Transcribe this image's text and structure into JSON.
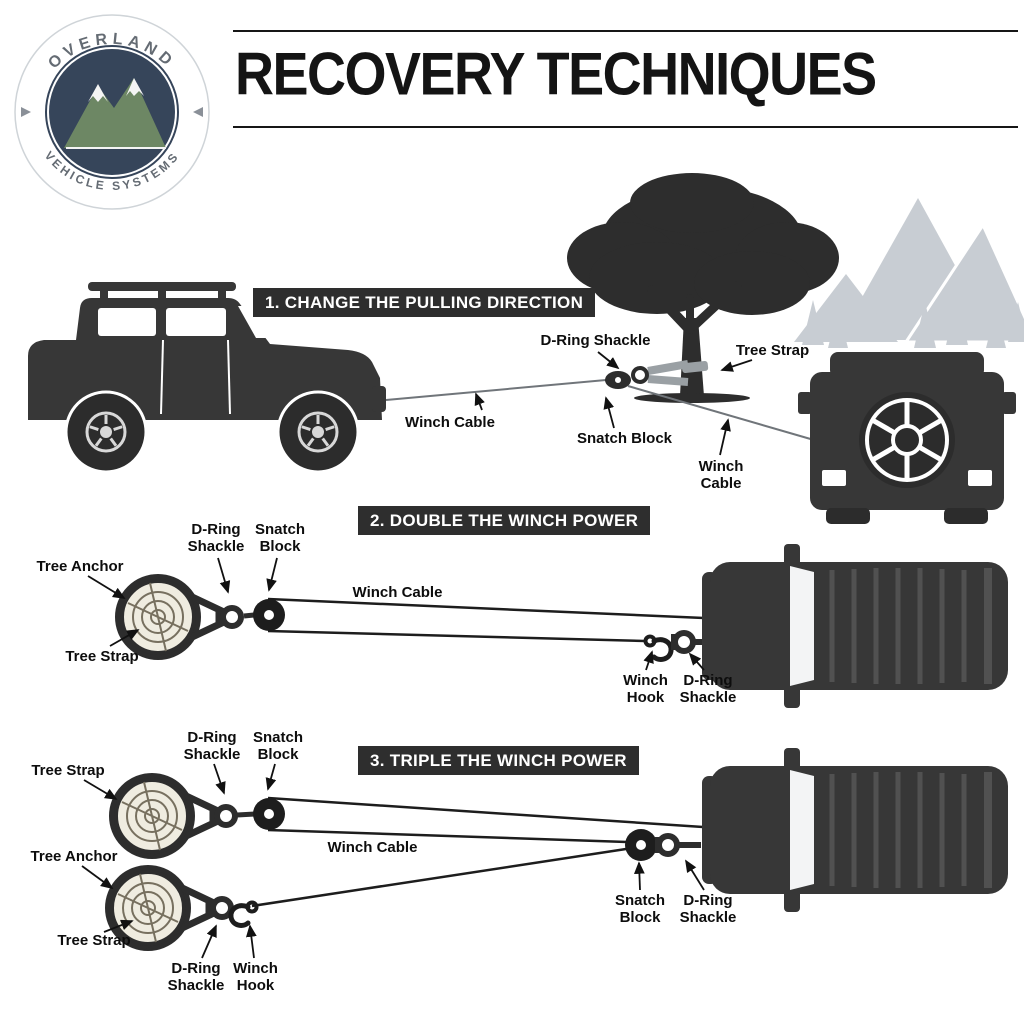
{
  "logo": {
    "arc_top": "OVERLAND",
    "arc_bottom": "VEHICLE SYSTEMS"
  },
  "header": {
    "title": "RECOVERY TECHNIQUES"
  },
  "section1": {
    "banner": "1. CHANGE THE PULLING DIRECTION",
    "labels": {
      "d_ring_shackle": "D-Ring Shackle",
      "tree_strap": "Tree Strap",
      "winch_cable": "Winch Cable",
      "snatch_block": "Snatch Block",
      "winch_cable_2": "Winch\nCable"
    }
  },
  "section2": {
    "banner": "2. DOUBLE THE WINCH POWER",
    "labels": {
      "d_ring_shackle": "D-Ring\nShackle",
      "snatch_block": "Snatch\nBlock",
      "tree_anchor": "Tree Anchor",
      "winch_cable": "Winch Cable",
      "tree_strap": "Tree Strap",
      "winch_hook": "Winch\nHook",
      "d_ring_shackle_2": "D-Ring\nShackle"
    }
  },
  "section3": {
    "banner": "3. TRIPLE THE WINCH POWER",
    "labels": {
      "d_ring_shackle": "D-Ring\nShackle",
      "snatch_block": "Snatch\nBlock",
      "tree_strap": "Tree Strap",
      "winch_cable": "Winch Cable",
      "tree_anchor": "Tree Anchor",
      "tree_strap_2": "Tree Strap",
      "d_ring_shackle_2": "D-Ring\nShackle",
      "winch_hook": "Winch\nHook",
      "snatch_block_2": "Snatch\nBlock",
      "d_ring_shackle_3": "D-Ring\nShackle"
    }
  },
  "colors": {
    "ink": "#2d2d2d",
    "banner_bg": "#2e2e2e",
    "logo_navy": "#36455a",
    "logo_green": "#6d8764",
    "mountain_gray": "#c8cdd3"
  }
}
